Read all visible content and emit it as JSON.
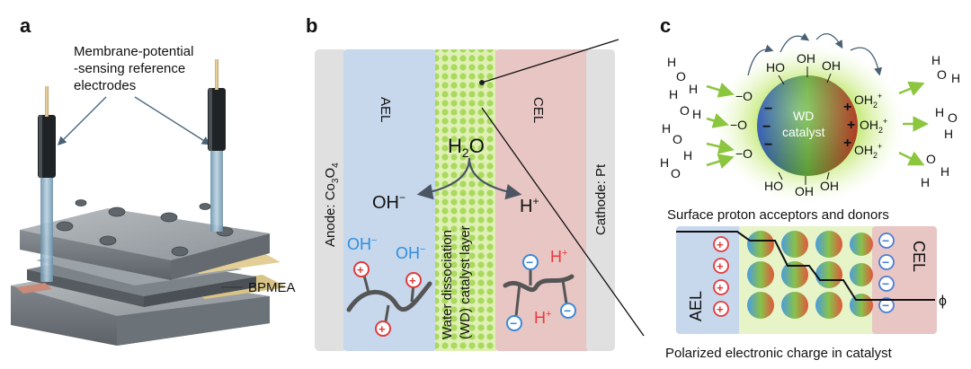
{
  "panel_a": {
    "letter": "a",
    "callout_line1": "Membrane-potential",
    "callout_line2": "-sensing reference",
    "callout_line3": "electrodes",
    "bpmea_label": "BPMEA"
  },
  "panel_b": {
    "letter": "b",
    "anode_label": "Anode: Co3O4",
    "ael_label": "AEL",
    "wd_layer_line1": "Water dissociation",
    "wd_layer_line2": "(WD) catalyst layer",
    "cel_label": "CEL",
    "cathode_label": "Cathode: Pt",
    "water": "H2O",
    "hydroxide": "OH−",
    "proton": "H+",
    "ion_oh_1": "OH−",
    "ion_oh_2": "OH−",
    "ion_h_1": "H+",
    "ion_h_2": "H+",
    "colors": {
      "electrode_grey": "#e0e0e0",
      "ael_blue": "#c7d7ec",
      "wd_green": "#dff0b5",
      "cel_pink": "#e8c6c4",
      "oh_blue": "#2f8fe0",
      "h_red": "#e83a3a"
    }
  },
  "panel_c": {
    "letter": "c",
    "catalyst_line1": "WD",
    "catalyst_line2": "catalyst",
    "ho_label": "HO",
    "oh_label": "OH",
    "o_minus": "O",
    "oh2_label": "OH",
    "surface_caption": "Surface proton acceptors and donors",
    "ael_label": "AEL",
    "cel_label": "CEL",
    "phi_label": "ϕ",
    "polarized_caption": "Polarized electronic charge in catalyst",
    "colors": {
      "arrow_green": "#8cc63f",
      "minus_blue": "#4a7fd6",
      "plus_red": "#e23b3b"
    }
  }
}
